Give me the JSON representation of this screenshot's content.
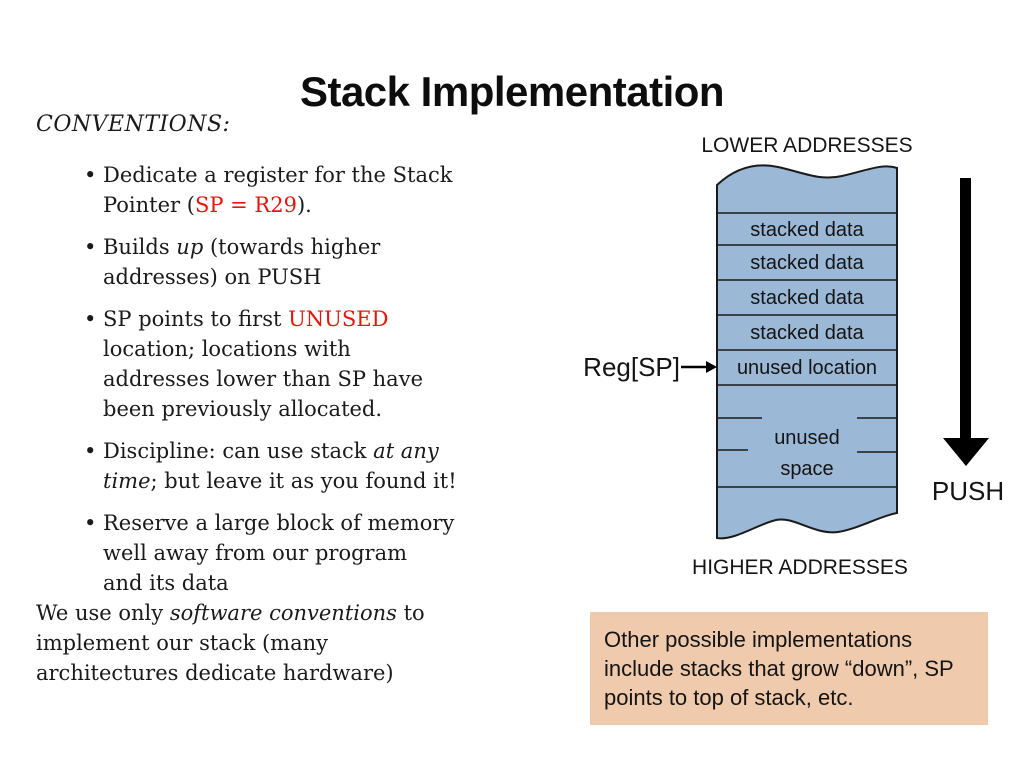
{
  "slide": {
    "title": "Stack Implementation"
  },
  "content": {
    "heading": "CONVENTIONS:",
    "bullets": [
      {
        "seg1": "Dedicate a register for the Stack\nPointer (",
        "seg2": "SP = R29",
        "seg3": ")."
      },
      {
        "seg1": "Builds ",
        "seg2": "up",
        "seg3": " (towards higher\naddresses) on PUSH"
      },
      {
        "seg1": "SP points to first ",
        "seg2": "UNUSED",
        "seg3": "\nlocation; locations with\naddresses lower than SP have\nbeen previously allocated."
      },
      {
        "seg1": "Discipline: can use stack ",
        "seg2": "at any\ntime",
        "seg3": "; but leave it as you found it!"
      },
      {
        "seg1": "Reserve a large block of memory\nwell away from our program\nand its data",
        "seg2": "",
        "seg3": ""
      }
    ],
    "footer": {
      "seg1": "We use only ",
      "seg2": "software conventions",
      "seg3": " to\nimplement our stack (many\narchitectures dedicate hardware)"
    }
  },
  "diagram": {
    "top_label": "LOWER ADDRESSES",
    "bottom_label": "HIGHER ADDRESSES",
    "rows": [
      "stacked data",
      "stacked data",
      "stacked data",
      "stacked data",
      "unused location"
    ],
    "unused_line1": "unused",
    "unused_line2": "space",
    "pointer_label": "Reg[SP]",
    "push_label": "PUSH"
  },
  "note": {
    "text": "Other possible implementations\ninclude stacks that grow “down”, SP\npoints to top of stack, etc."
  },
  "colors": {
    "accent_red": "#e8140c",
    "stack_fill": "#9bb8d6",
    "stack_stroke": "#1a1a1a",
    "note_bg": "#f0caac"
  }
}
